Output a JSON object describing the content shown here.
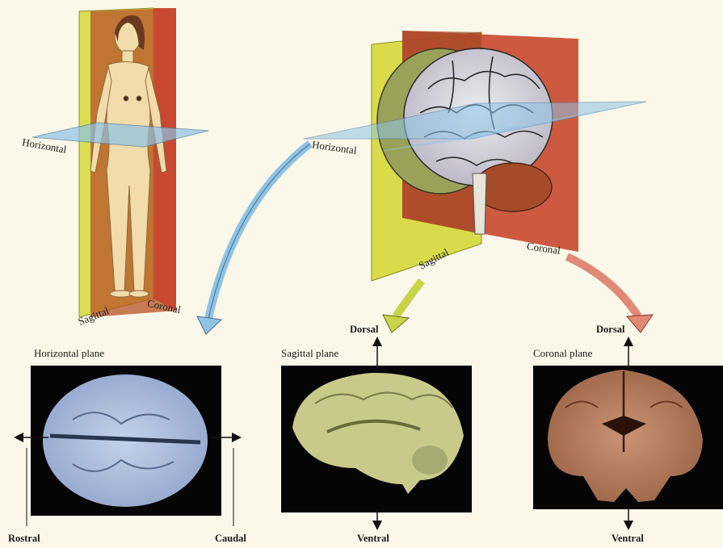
{
  "figure": {
    "body_planes": {
      "horizontal": "Horizontal",
      "sagittal": "Sagittal",
      "coronal": "Coronal"
    },
    "brain_planes": {
      "horizontal": "Horizontal",
      "sagittal": "Sagittal",
      "coronal": "Coronal"
    },
    "sections": [
      {
        "title": "Horizontal plane",
        "axis_left": "Rostral",
        "axis_right": "Caudal"
      },
      {
        "title": "Sagittal plane",
        "axis_top": "Dorsal",
        "axis_bottom": "Ventral"
      },
      {
        "title": "Coronal plane",
        "axis_top": "Dorsal",
        "axis_bottom": "Ventral"
      }
    ]
  },
  "colors": {
    "background": "#fbf8ea",
    "sagittal_plane": "#d9dc4a",
    "coronal_plane": "#c8472e",
    "horizontal_plane": "#8ec3e6",
    "horizontal_slice": "#a6b8d8",
    "sagittal_slice": "#c9c98a",
    "coronal_slice": "#b07a5e"
  }
}
